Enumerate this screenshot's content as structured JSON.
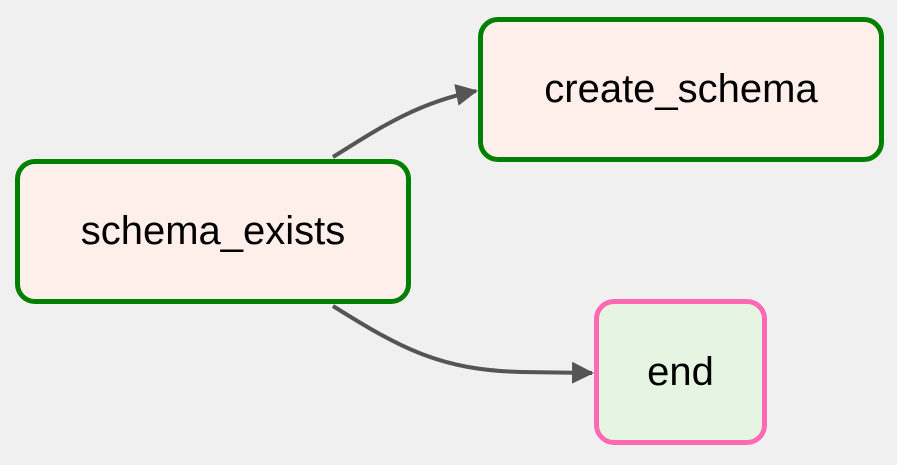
{
  "colors": {
    "background": "#f0f0f0",
    "edge": "#555555"
  },
  "nodes": [
    {
      "id": "schema_exists",
      "label": "schema_exists",
      "fill": "#ffefeb",
      "border": "#008000"
    },
    {
      "id": "create_schema",
      "label": "create_schema",
      "fill": "#ffefeb",
      "border": "#008000"
    },
    {
      "id": "end",
      "label": "end",
      "fill": "#e6f5e1",
      "border": "#ff69b4"
    }
  ],
  "edges": [
    {
      "from": "schema_exists",
      "to": "create_schema"
    },
    {
      "from": "schema_exists",
      "to": "end"
    }
  ]
}
